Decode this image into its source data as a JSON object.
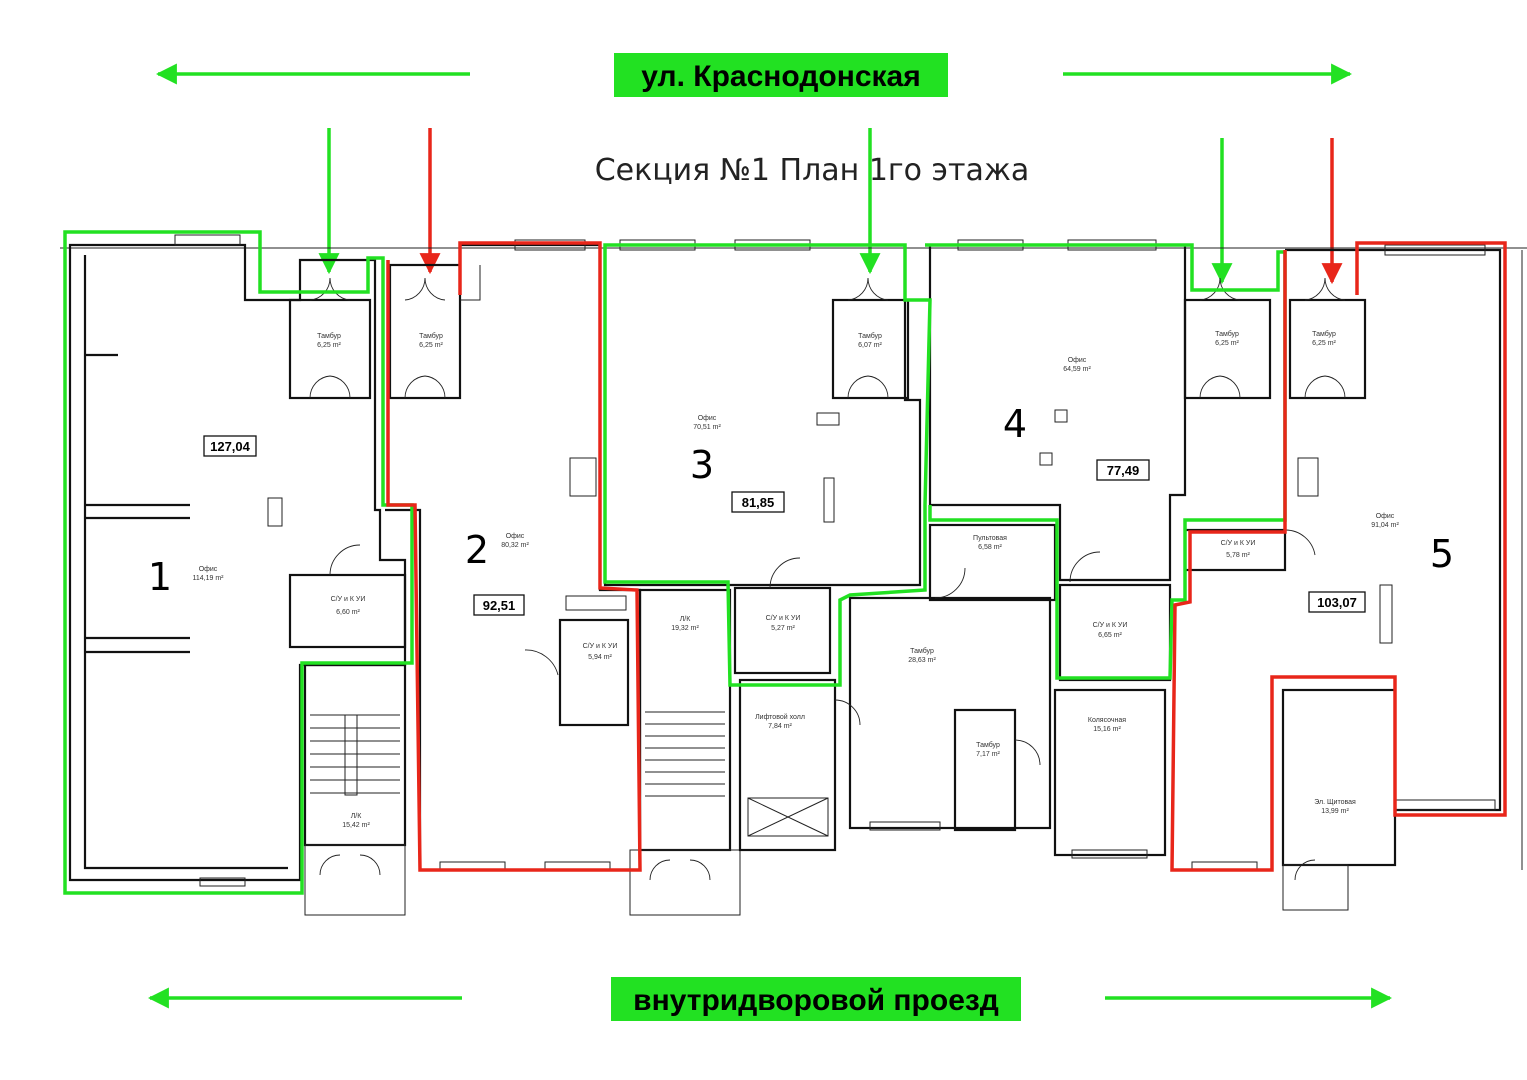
{
  "street_top": "ул. Краснодонская",
  "street_bottom": "внутридворовой проезд",
  "plan_title": "Секция №1 План 1го этажа",
  "colors": {
    "green": "#22e122",
    "red": "#e8261a",
    "label_bg": "#22e122"
  },
  "units": [
    {
      "number": "1",
      "area": "127,04",
      "status": "green"
    },
    {
      "number": "2",
      "area": "92,51",
      "status": "red"
    },
    {
      "number": "3",
      "area": "81,85",
      "status": "green"
    },
    {
      "number": "4",
      "area": "77,49",
      "status": "green"
    },
    {
      "number": "5",
      "area": "103,07",
      "status": "red"
    }
  ],
  "rooms": {
    "tambur_1": {
      "name": "Тамбур",
      "area": "6,25 m²"
    },
    "tambur_2": {
      "name": "Тамбур",
      "area": "6,25 m²"
    },
    "tambur_3": {
      "name": "Тамбур",
      "area": "6,07 m²"
    },
    "tambur_4": {
      "name": "Тамбур",
      "area": "6,25 m²"
    },
    "tambur_5": {
      "name": "Тамбур",
      "area": "6,25 m²"
    },
    "office_1": {
      "name": "Офис",
      "area": "114,19 m²"
    },
    "office_2": {
      "name": "Офис",
      "area": "80,32 m²"
    },
    "office_3": {
      "name": "Офис",
      "area": "70,51 m²"
    },
    "office_4": {
      "name": "Офис",
      "area": "64,59 m²"
    },
    "office_5": {
      "name": "Офис",
      "area": "91,04 m²"
    },
    "wc_1": {
      "name": "С/У и К УИ",
      "area": "6,60 m²"
    },
    "wc_2": {
      "name": "С/У и К УИ",
      "area": "5,94 m²"
    },
    "wc_3": {
      "name": "С/У и К УИ",
      "area": "5,27 m²"
    },
    "wc_4": {
      "name": "С/У и К УИ",
      "area": "6,65 m²"
    },
    "wc_5": {
      "name": "С/У и К УИ",
      "area": "5,78 m²"
    },
    "stairs_1": {
      "name": "Л/К",
      "area": "15,42 m²"
    },
    "stairs_2": {
      "name": "Л/К",
      "area": "19,32 m²"
    },
    "lift_hall": {
      "name": "Лифтовой холл",
      "area": "7,84 m²"
    },
    "tambur_main": {
      "name": "Тамбур",
      "area": "28,63 m²"
    },
    "tambur_small": {
      "name": "Тамбур",
      "area": "7,17 m²"
    },
    "control_room": {
      "name": "Пультовая",
      "area": "6,58 m²"
    },
    "stroller_room": {
      "name": "Колясочная",
      "area": "15,16 m²"
    },
    "electrical": {
      "name": "Эл. Щитовая",
      "area": "13,99 m²"
    }
  }
}
